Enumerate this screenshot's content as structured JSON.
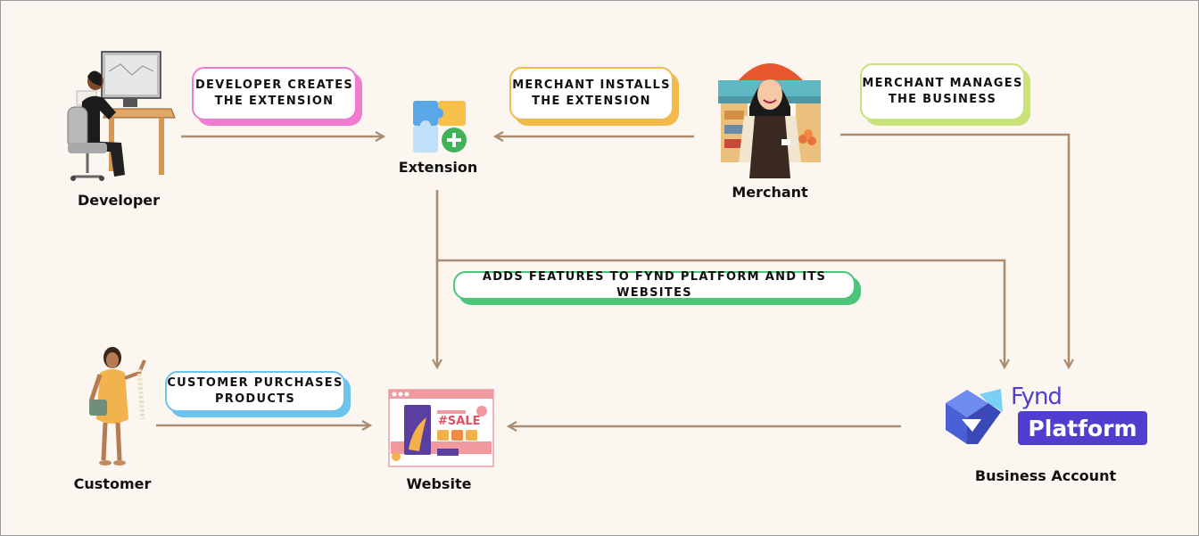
{
  "nodes": {
    "developer": "Developer",
    "extension": "Extension",
    "merchant": "Merchant",
    "customer": "Customer",
    "website": "Website",
    "business_account": "Business Account"
  },
  "edge_labels": {
    "developer_creates": "DEVELOPER CREATES\nTHE EXTENSION",
    "merchant_installs": "MERCHANT INSTALLS\nTHE EXTENSION",
    "merchant_manages": "MERCHANT MANAGES\nTHE BUSINESS",
    "adds_features": "ADDS FEATURES TO FYND PLATFORM AND ITS WEBSITES",
    "customer_purchases": "CUSTOMER PURCHASES\nPRODUCTS"
  },
  "logo": {
    "brand": "Fynd",
    "product": "Platform"
  },
  "website_sale_text": "#SALE",
  "colors": {
    "background": "#fbf6f0",
    "arrow": "#a98c72",
    "pink": "#f07bd0",
    "orange": "#f3b94a",
    "lime": "#c9e37a",
    "green": "#4cc47a",
    "blue": "#6cc4ec",
    "brand": "#4f3ed0"
  },
  "icons": [
    "developer-illustration",
    "extension-puzzle-icon",
    "merchant-illustration",
    "customer-illustration",
    "website-illustration",
    "fynd-logo-icon"
  ]
}
